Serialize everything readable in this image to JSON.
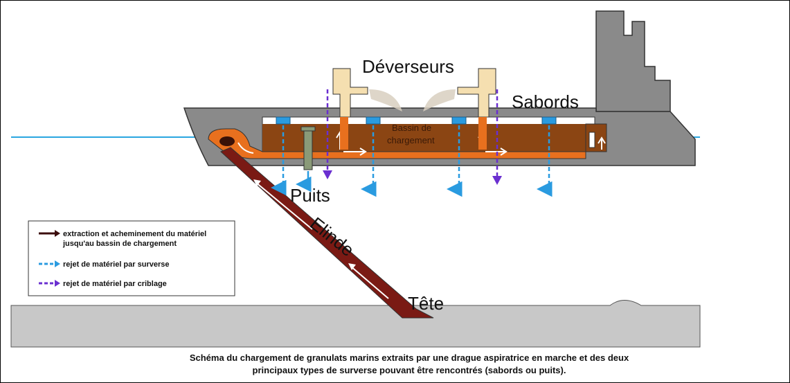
{
  "labels": {
    "deverseurs": "Déverseurs",
    "sabords": "Sabords",
    "bassin_line1": "Bassin de",
    "bassin_line2": "chargement",
    "puits": "Puits",
    "elinde": "Elinde",
    "tete": "Tête"
  },
  "legend": {
    "items": [
      {
        "line1": "extraction et acheminement du matériel",
        "line2": "jusqu'au bassin de chargement",
        "color": "#3b0d0d",
        "icon": "dark-red-arrow-icon"
      },
      {
        "line1": "rejet de matériel par surverse",
        "line2": "",
        "color": "#2a9be0",
        "icon": "blue-dashed-arrow-icon"
      },
      {
        "line1": "rejet de matériel par criblage",
        "line2": "",
        "color": "#6a2fd0",
        "icon": "purple-dashed-arrow-icon"
      }
    ]
  },
  "caption": {
    "line1": "Schéma du chargement de granulats marins extraits par une drague aspiratrice en marche et des deux",
    "line2": "principaux types de surverse pouvant être rencontrés (sabords ou puits)."
  },
  "colors": {
    "hull": "#8a8a8a",
    "seabed": "#c8c8c8",
    "water": "#2aa6e0",
    "pipe": "#e8701e",
    "basin": "#8b4513",
    "surverse": "#2a9be0",
    "criblage": "#6a2fd0",
    "elinde": "#7a1a14",
    "deverseur": "#f5dfb0"
  }
}
